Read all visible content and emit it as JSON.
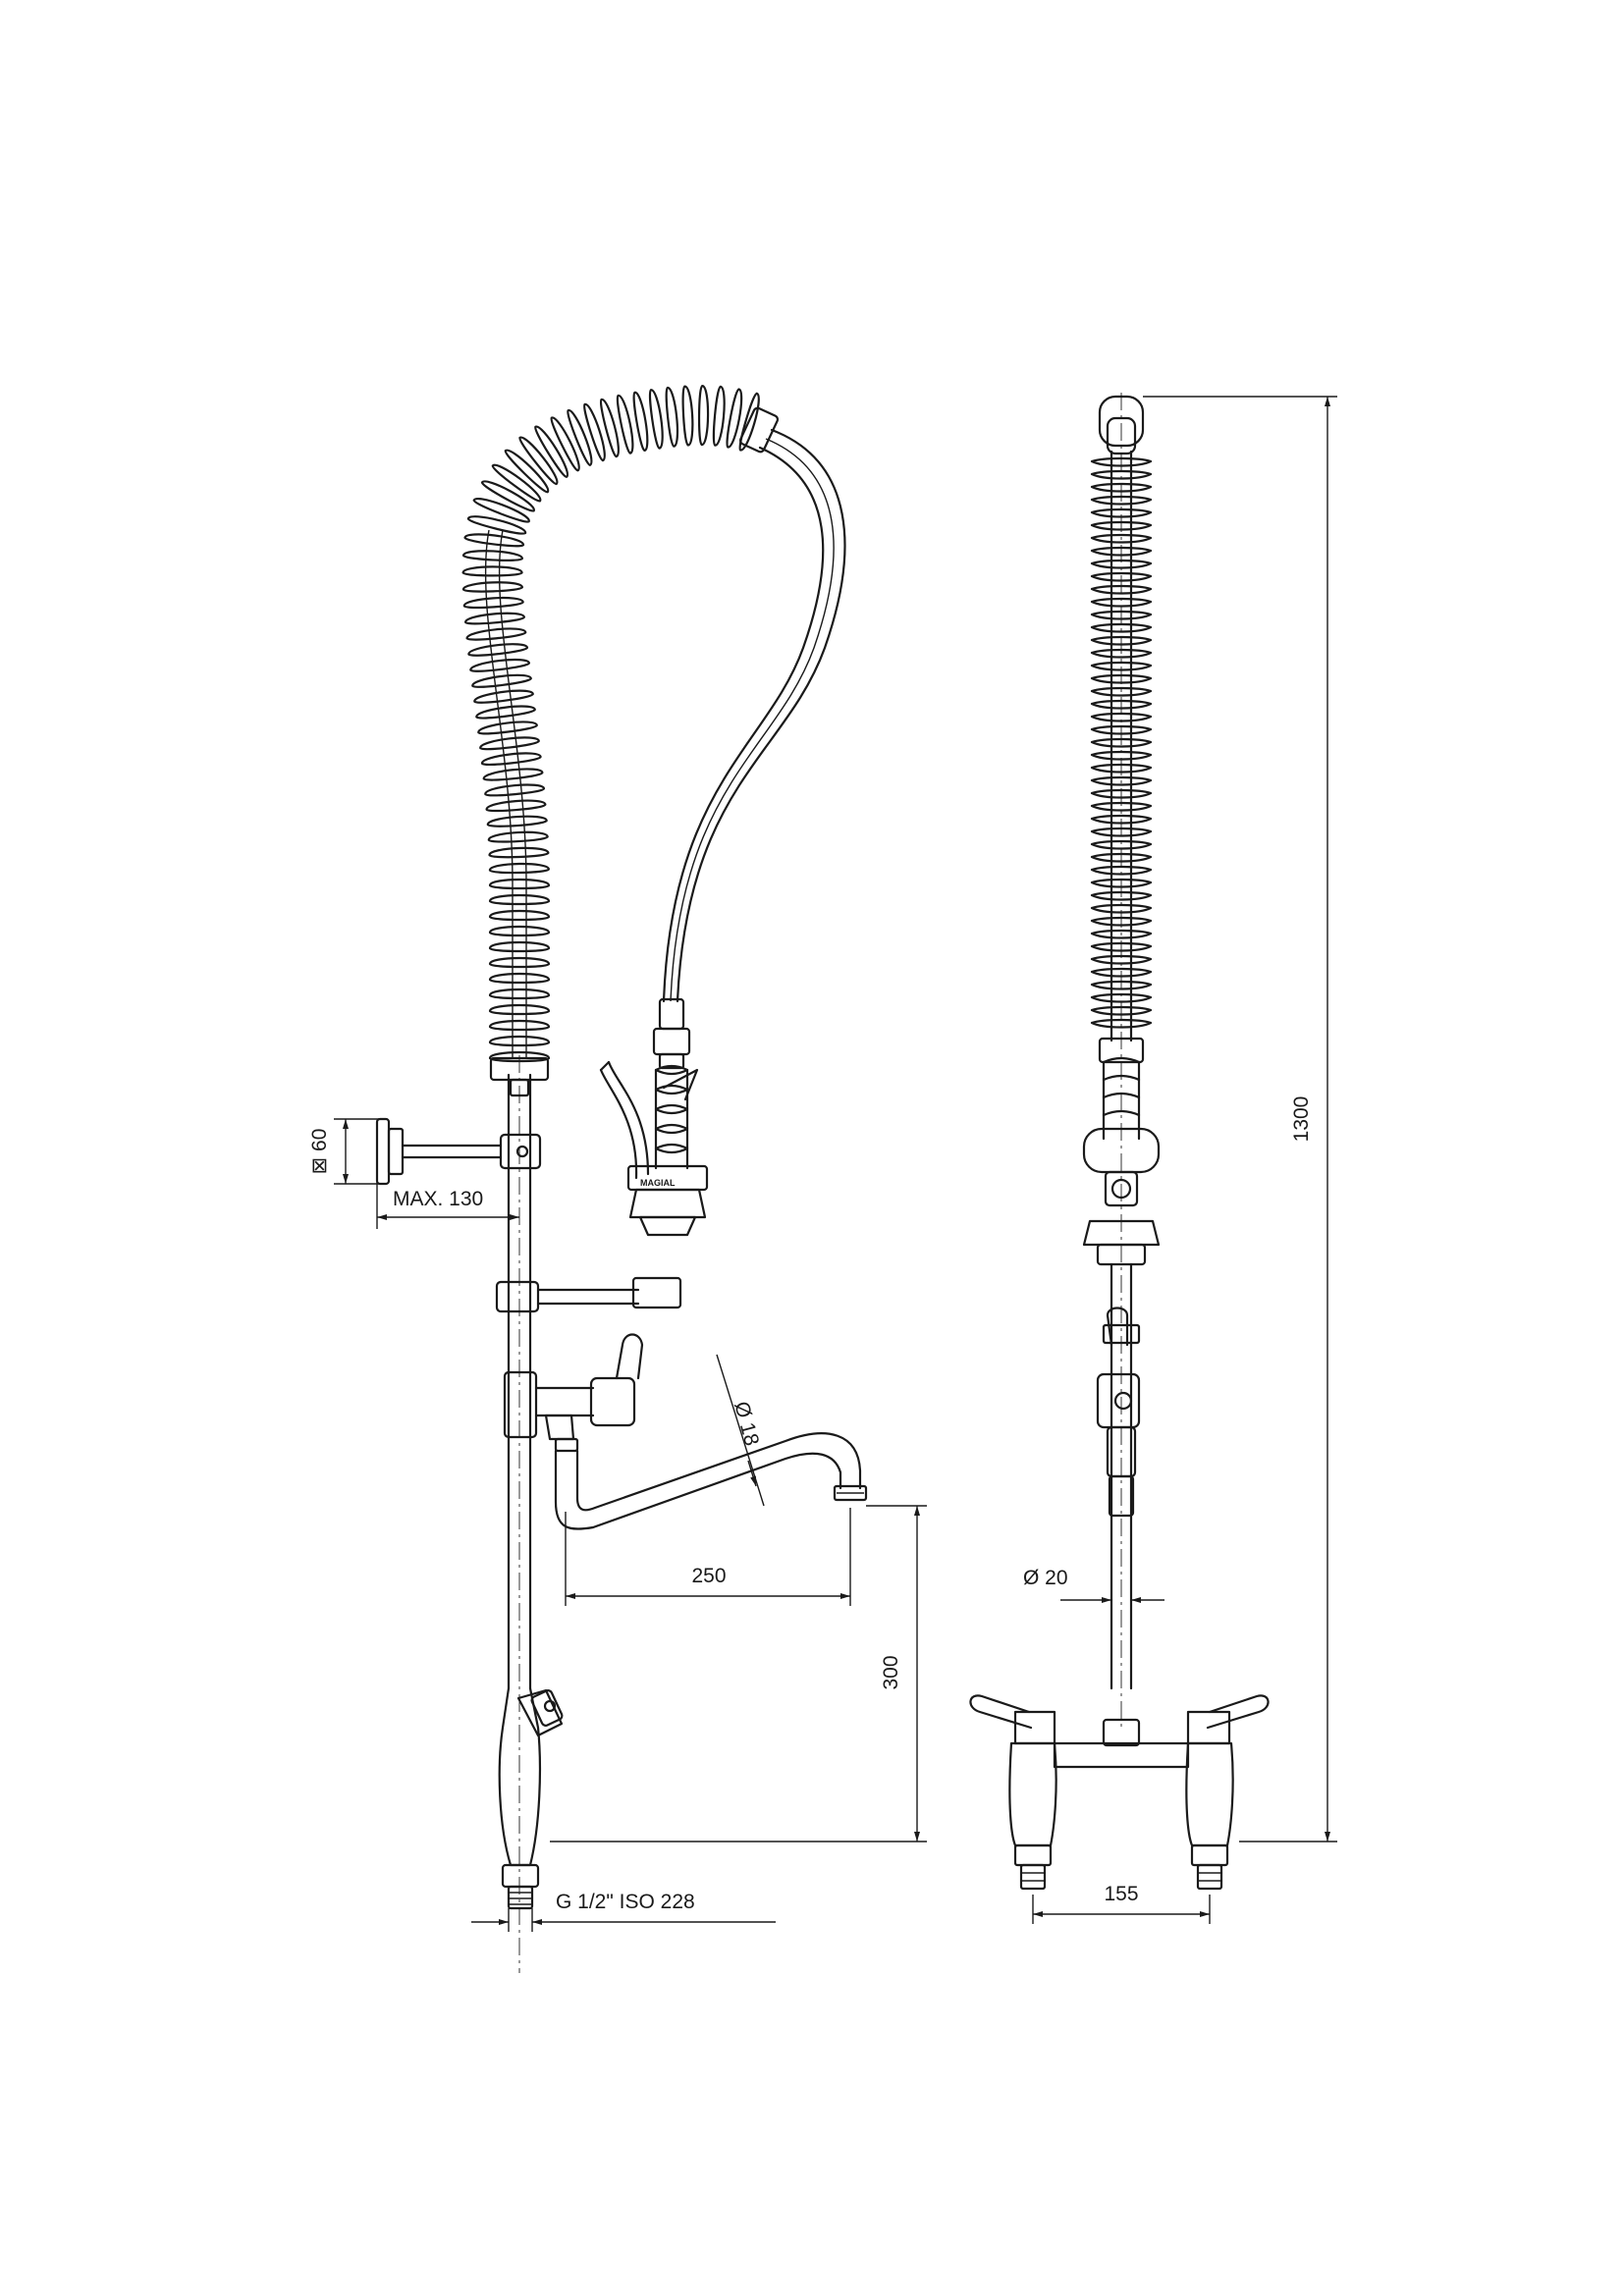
{
  "dimensions": {
    "width_square": "⊠ 60",
    "max_reach": "MAX. 130",
    "diameter_spout": "Ø 18",
    "spout_reach": "250",
    "spout_height": "300",
    "thread": "G 1/2\" ISO 228",
    "total_height": "1300",
    "diameter_column": "Ø 20",
    "center_distance": "155"
  },
  "brand": "MAGIAL"
}
